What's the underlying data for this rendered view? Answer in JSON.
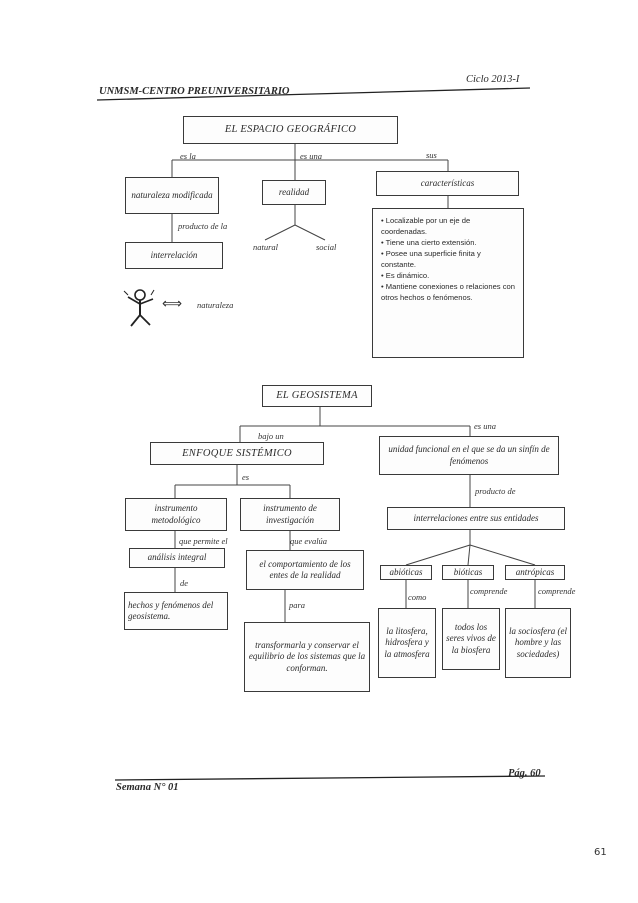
{
  "header": {
    "left": "UNMSM-CENTRO PREUNIVERSITARIO",
    "right": "Ciclo 2013-I"
  },
  "espacio": {
    "title": "EL ESPACIO GEOGRÁFICO",
    "label_es_la": "es la",
    "label_es_una": "es una",
    "label_sus": "sus",
    "box_naturaleza": "naturaleza modificada",
    "box_realidad": "realidad",
    "box_caracteristicas": "características",
    "label_producto": "producto de la",
    "box_interrelacion": "interrelación",
    "label_natural": "natural",
    "label_social": "social",
    "label_naturaleza": "naturaleza",
    "arrow": "⟺",
    "characteristics": [
      "• Localizable por un eje de coordenadas.",
      "• Tiene una cierto extensión.",
      "• Posee una superficie finita y constante.",
      "• Es dinámico.",
      "• Mantiene conexiones o relaciones con otros hechos o fenómenos."
    ]
  },
  "geosistema": {
    "title": "EL GEOSISTEMA",
    "label_bajo_un": "bajo un",
    "label_es_una": "es una",
    "box_enfoque": "ENFOQUE SISTÉMICO",
    "box_unidad": "unidad funcional en el que se da un sinfín de fenómenos",
    "label_es": "es",
    "label_producto_de": "producto de",
    "box_instrumento_met": "instrumento metodológico",
    "box_instrumento_inv": "instrumento de investigación",
    "box_interrelaciones": "interrelaciones entre sus entidades",
    "label_permite": "que permite el",
    "label_evalua": "que evalúa",
    "box_analisis": "análisis integral",
    "box_comportamiento": "el comportamiento de los entes de la realidad",
    "box_abioticas": "abióticas",
    "box_bioticas": "bióticas",
    "box_antropicas": "antrópicas",
    "label_de": "de",
    "label_para": "para",
    "label_como": "como",
    "label_comprende1": "comprende",
    "label_comprende2": "comprende",
    "box_hechos": "hechos y fenómenos del geosistema.",
    "box_transformarla": "transformarla y conservar el equilibrio de los sistemas que la conforman.",
    "box_litosfera": "la litosfera, hidrosfera y la atmosfera",
    "box_seres": "todos los seres vivos de la biosfera",
    "box_sociosfera": "la sociosfera (el hombre y las sociedades)"
  },
  "footer": {
    "left": "Semana N° 01",
    "right": "Pág. 60"
  },
  "page_number": "61"
}
